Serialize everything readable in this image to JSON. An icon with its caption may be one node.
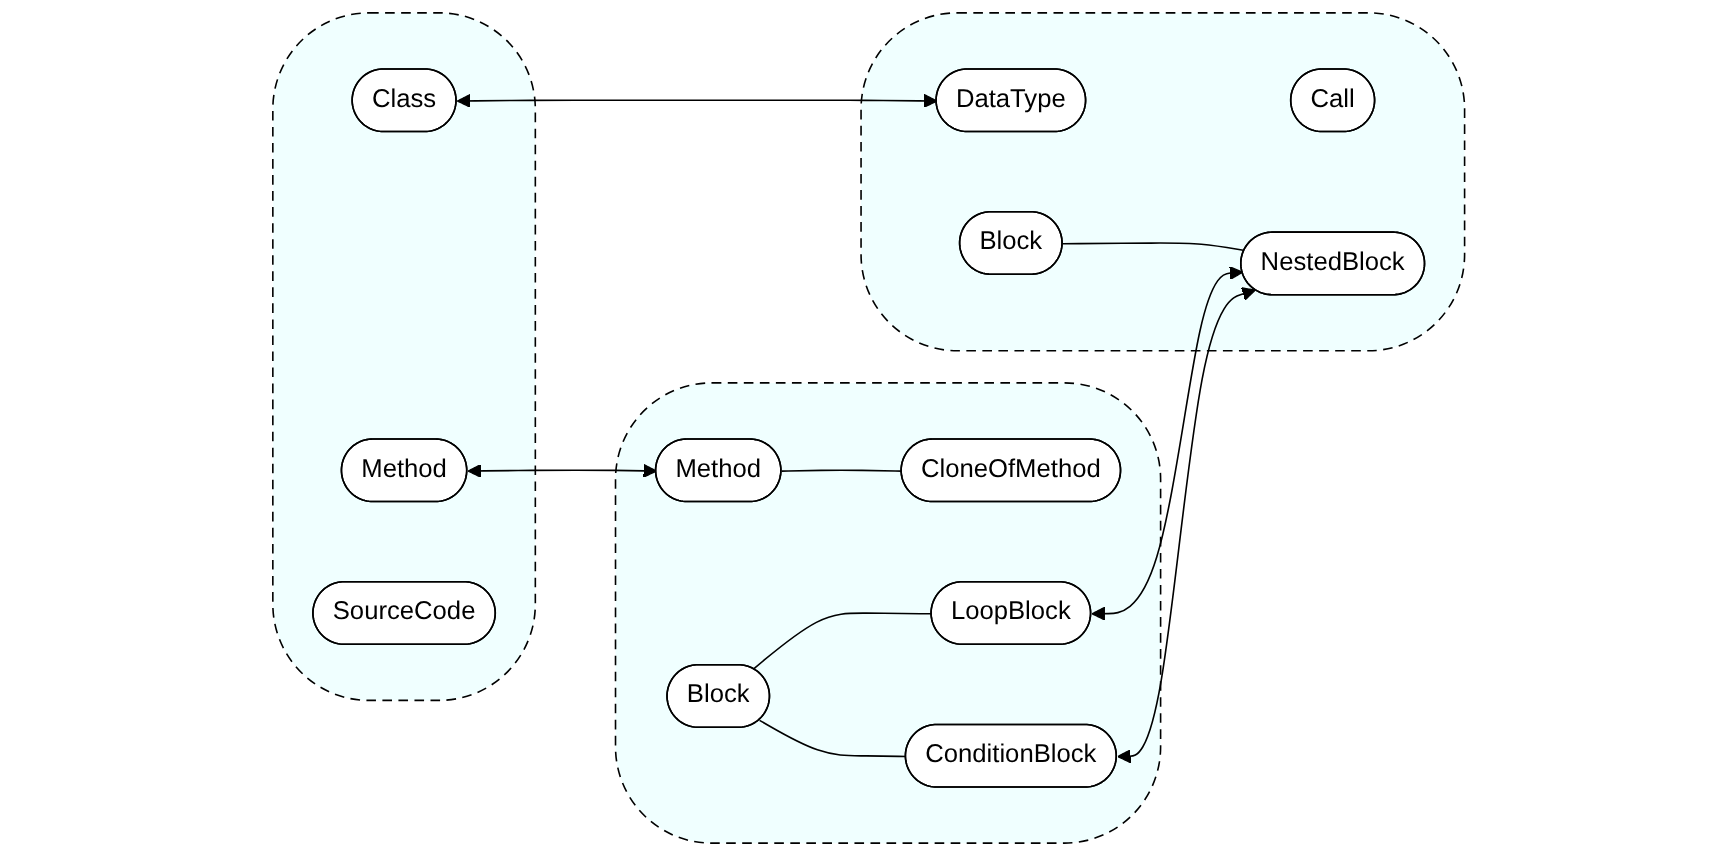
{
  "diagram": {
    "nodes": [
      {
        "text": [],
        "shape": "ellipse"
      },
      {
        "text": [
          "Method"
        ],
        "in": 0
      },
      {
        "text": [
          "Class"
        ],
        "in": 0
      },
      {
        "text": [
          "SourceCode"
        ],
        "in": 0
      },
      {
        "text": [],
        "shape": "ellipse"
      },
      {
        "text": [
          "Method"
        ],
        "in": 4
      },
      {
        "text": [
          "CloneOfMethod"
        ],
        "in": 4
      },
      {
        "text": [
          "Block"
        ],
        "in": 4
      },
      {
        "text": [
          "LoopBlock"
        ],
        "in": 4
      },
      {
        "text": [
          "ConditionBlock"
        ],
        "in": 4
      },
      {
        "text": [],
        "shape": "ellipse"
      },
      {
        "text": [
          "DataType"
        ],
        "in": 10
      },
      {
        "text": [
          "Block"
        ],
        "in": 10
      },
      {
        "text": [
          "Call"
        ],
        "in": 10
      },
      {
        "text": [
          "NestedBlock"
        ],
        "in": 10
      }
    ],
    "edges": [
      {
        "from": 1,
        "to": 5,
        "arrow": "both"
      },
      {
        "from": 5,
        "to": 6,
        "arrow": "none"
      },
      {
        "from": 7,
        "to": 8,
        "arrow": "none"
      },
      {
        "from": 7,
        "to": 9,
        "arrow": "none"
      },
      {
        "from": 2,
        "to": 11,
        "arrow": "both"
      },
      {
        "from": 12,
        "to": 14,
        "arrow": "none"
      },
      {
        "from": 8,
        "to": 14,
        "arrow": "both"
      },
      {
        "from": 9,
        "to": 14,
        "arrow": "both"
      }
    ]
  }
}
